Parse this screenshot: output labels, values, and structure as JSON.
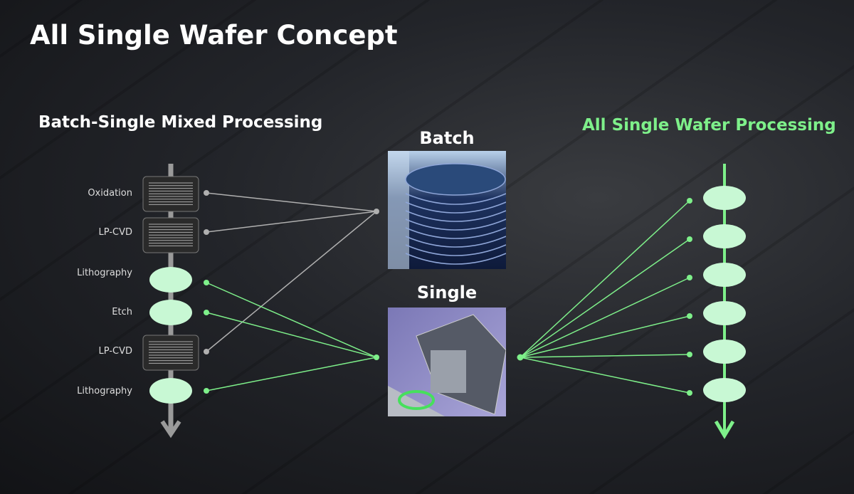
{
  "title": "All Single Wafer Concept",
  "left": {
    "heading": "Batch-Single Mixed Processing",
    "steps": [
      {
        "label": "Oxidation",
        "type": "batch"
      },
      {
        "label": "LP-CVD",
        "type": "batch"
      },
      {
        "label": "Lithography",
        "type": "single"
      },
      {
        "label": "Etch",
        "type": "single"
      },
      {
        "label": "LP-CVD",
        "type": "batch"
      },
      {
        "label": "Lithography",
        "type": "single"
      }
    ]
  },
  "center": {
    "batch_label": "Batch",
    "single_label": "Single"
  },
  "right": {
    "heading": "All Single Wafer Processing",
    "step_count": 6
  },
  "colors": {
    "accent_green": "#7ef08a",
    "single_fill": "#c8f8d4",
    "batch_line": "#b0b0b0"
  }
}
